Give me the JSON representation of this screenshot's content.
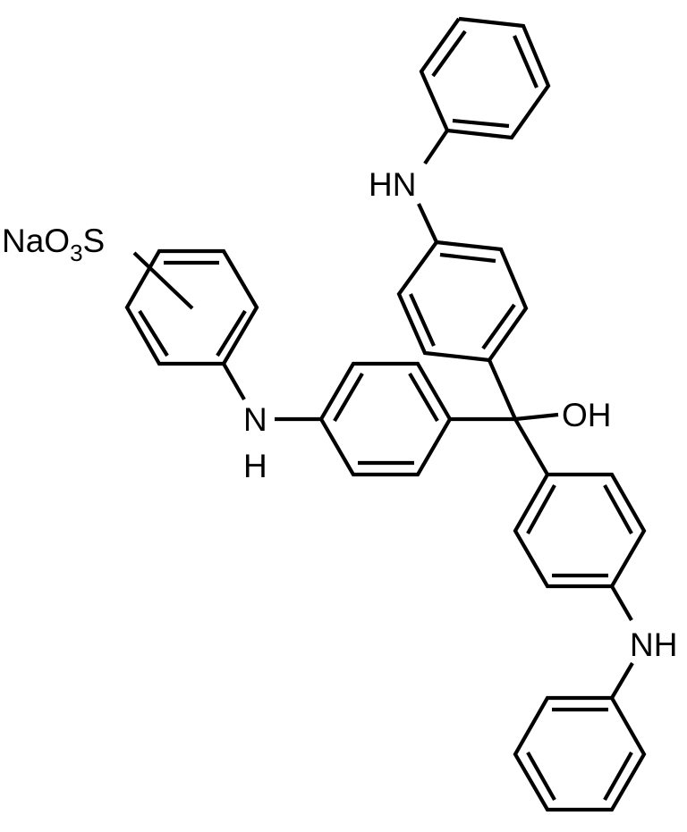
{
  "diagram": {
    "type": "chemical-structure",
    "background": "#ffffff",
    "line_color": "#000000",
    "labels": {
      "sulfonate": {
        "prefix": "NaO",
        "subscript": "3",
        "suffix": "S"
      },
      "nh_top": "HN",
      "nh_left_n": "N",
      "nh_left_h": "H",
      "oh": "OH",
      "nh_bottom": "NH"
    },
    "rings": [
      {
        "name": "top-phenyl-ring"
      },
      {
        "name": "upper-aminophenyl-ring"
      },
      {
        "name": "sulfophenyl-ring"
      },
      {
        "name": "middle-aminophenyl-ring"
      },
      {
        "name": "lower-aminophenyl-ring"
      },
      {
        "name": "bottom-phenyl-ring"
      }
    ],
    "central_carbon_substituent": "OH"
  }
}
